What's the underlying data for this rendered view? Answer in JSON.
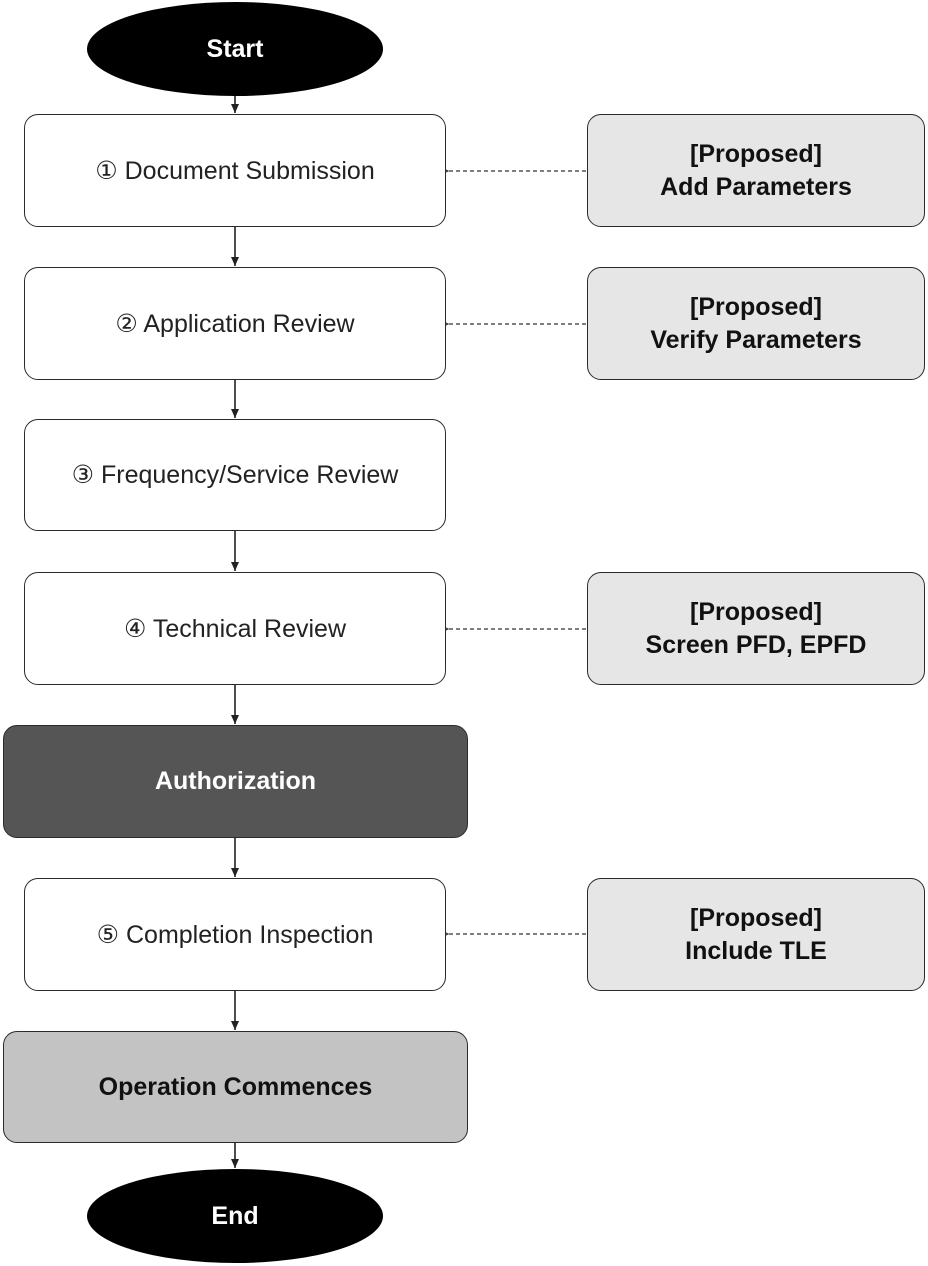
{
  "flowchart": {
    "start": "Start",
    "steps": [
      {
        "label": "① Document Submission"
      },
      {
        "label": "② Application Review"
      },
      {
        "label": "③ Frequency/Service Review"
      },
      {
        "label": "④ Technical Review"
      }
    ],
    "authorization": "Authorization",
    "step5": "⑤ Completion Inspection",
    "operation": "Operation Commences",
    "end": "End",
    "proposals": [
      {
        "tag": "[Proposed]",
        "text": "Add Parameters"
      },
      {
        "tag": "[Proposed]",
        "text": "Verify Parameters"
      },
      {
        "tag": "[Proposed]",
        "text": "Screen PFD, EPFD"
      },
      {
        "tag": "[Proposed]",
        "text": "Include TLE"
      }
    ]
  }
}
